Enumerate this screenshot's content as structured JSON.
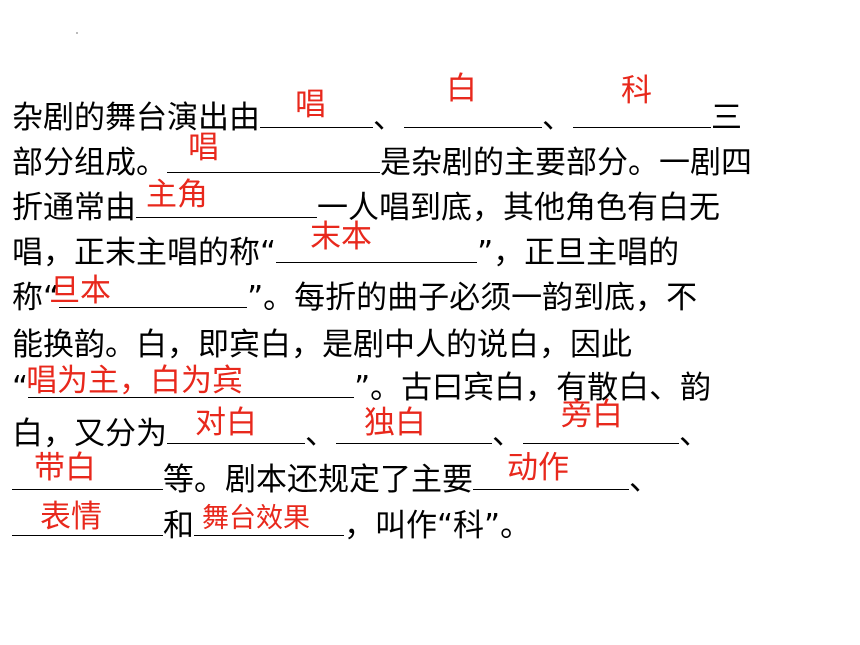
{
  "colors": {
    "text": "#000000",
    "answer": "#e8281c"
  },
  "lines": [
    [
      "杂剧的舞台演出由",
      "、",
      "、",
      "三"
    ],
    [
      "部分组成。",
      "是杂剧的主要部分。一剧四"
    ],
    [
      "折通常由",
      "一人唱到底，其他角色有白无"
    ],
    [
      "唱，正末主唱的称“",
      "”，正旦主唱的"
    ],
    [
      "称“",
      "”。每折的曲子必须一韵到底，不"
    ],
    [
      "能换韵。白，即宾白，是剧中人的说白，因此"
    ],
    [
      "“",
      "”。古曰宾白，有散白、韵"
    ],
    [
      "白，又分为",
      "、",
      "、",
      "、"
    ],
    [
      "等。剧本还规定了主要",
      "、"
    ],
    [
      "和",
      "，叫作“科”。"
    ]
  ],
  "answers": {
    "sing": "唱",
    "speak": "白",
    "action": "科",
    "main_part": "唱",
    "lead_role": "主角",
    "mo_ben": "末本",
    "dan_ben": "旦本",
    "principle": "唱为主，白为宾",
    "dialogue": "对白",
    "monologue": "独白",
    "aside": "旁白",
    "interjection": "带白",
    "movement": "动作",
    "expression": "表情",
    "stage_effects": "舞台效果"
  }
}
